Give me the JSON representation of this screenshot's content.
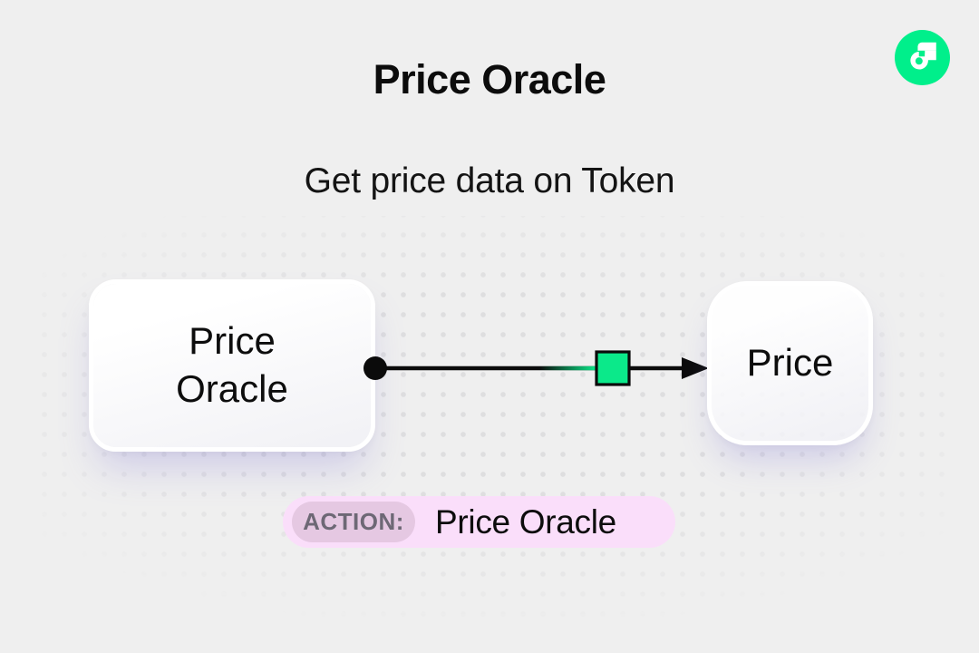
{
  "header": {
    "title": "Price Oracle",
    "subtitle": "Get price data on Token"
  },
  "brand": {
    "logo": "flow-logo",
    "color": "#00EF8B"
  },
  "diagram": {
    "nodes": [
      {
        "id": "price-oracle",
        "label": "Price Oracle"
      },
      {
        "id": "price",
        "label": "Price"
      }
    ],
    "edge": {
      "from": "price-oracle",
      "to": "price",
      "marker": "green-square",
      "marker_color": "#0BE98A"
    },
    "action_tag": {
      "label": "ACTION:",
      "value": "Price Oracle"
    }
  },
  "colors": {
    "background": "#EFEFEF",
    "dot_grid": "#DEDEDF",
    "flow_green": "#00EF8B",
    "marker_green": "#0BE98A",
    "action_pill_bg": "#FADEFA",
    "action_badge_bg": "#E5C8E2",
    "action_badge_text": "#6D6875",
    "text": "#0D0D0D"
  }
}
